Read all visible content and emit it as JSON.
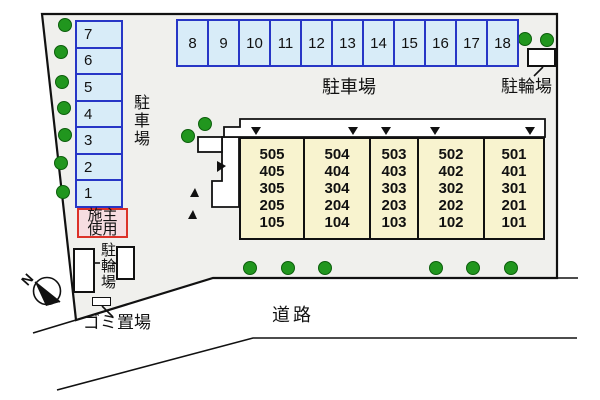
{
  "colors": {
    "site_fill": "#f0f0ed",
    "parking_fill": "#d8ecf8",
    "parking_border": "#2736c6",
    "unit_fill": "#f8f3cf",
    "owner_fill": "#f6dde1",
    "owner_border": "#dc3128",
    "tree_fill": "#21961e",
    "tree_stroke": "#0c5e0c",
    "line": "#111111"
  },
  "icons": {
    "tree_icon": "green-circle",
    "entrance_marker_icon": "black-down-triangle",
    "side_entrance_icon": "black-right-triangle",
    "approach_marker_icon": "black-up-triangle",
    "north_compass_icon": "circle-with-north-arrow"
  },
  "parking_left": {
    "label": "駐車場",
    "spaces": [
      "7",
      "6",
      "5",
      "4",
      "3",
      "2",
      "1"
    ]
  },
  "parking_top": {
    "label": "駐車場",
    "spaces": [
      "8",
      "9",
      "10",
      "11",
      "12",
      "13",
      "14",
      "15",
      "16",
      "17",
      "18"
    ]
  },
  "bicycle_top": {
    "label": "駐輪場"
  },
  "building": {
    "columns": [
      {
        "rooms": [
          "505",
          "405",
          "305",
          "205",
          "105"
        ]
      },
      {
        "rooms": [
          "504",
          "404",
          "304",
          "204",
          "104"
        ]
      },
      {
        "rooms": [
          "503",
          "403",
          "303",
          "203",
          "103"
        ]
      },
      {
        "rooms": [
          "502",
          "402",
          "302",
          "202",
          "102"
        ]
      },
      {
        "rooms": [
          "501",
          "401",
          "301",
          "201",
          "101"
        ]
      }
    ]
  },
  "owner_area": {
    "lines": [
      "施主",
      "使用"
    ]
  },
  "bicycle_bottom": {
    "label": "駐輪場"
  },
  "garbage_area": {
    "label": "ゴミ置場"
  },
  "road": {
    "label": "道路"
  },
  "compass": {
    "label": "N"
  }
}
